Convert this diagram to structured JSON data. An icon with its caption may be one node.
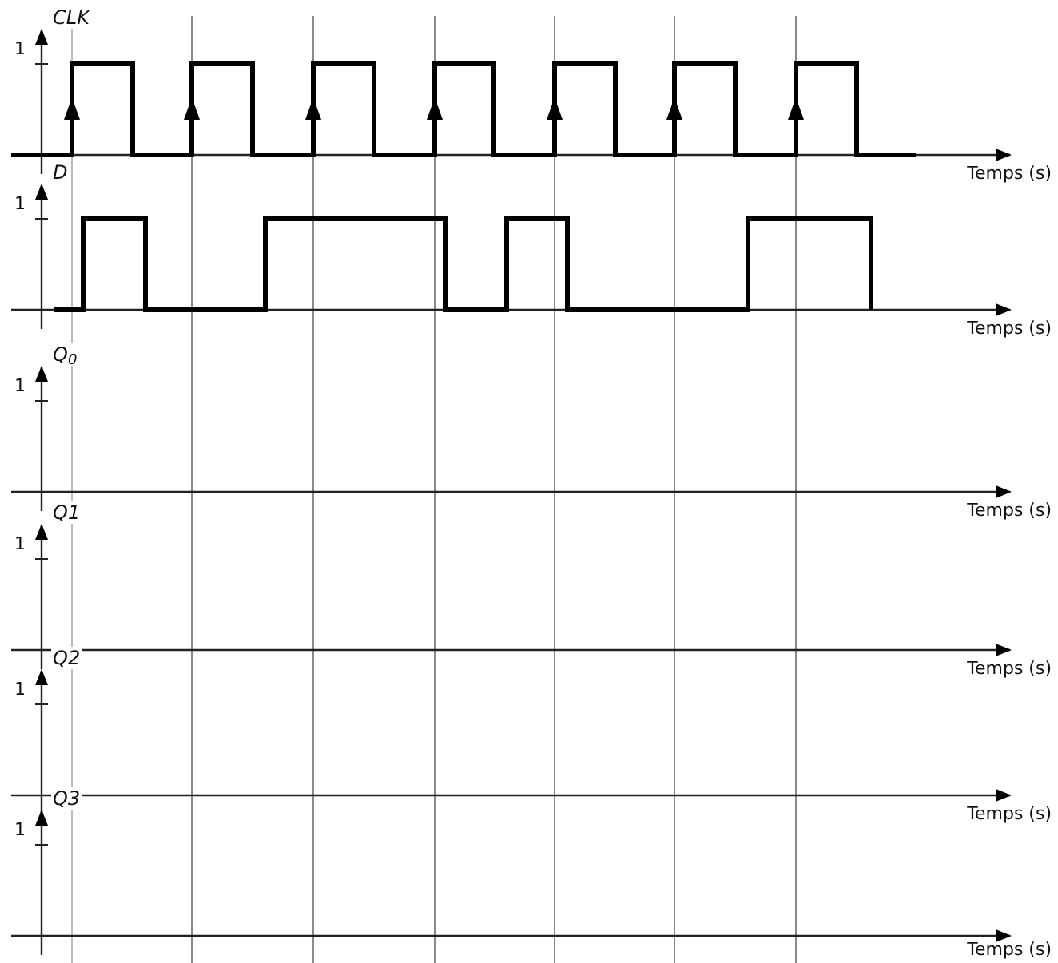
{
  "diagram": {
    "labels": [
      "CLK",
      "1",
      "Temps (s)",
      "D",
      "1",
      "Temps (s)",
      "Q$_{0}$",
      "1",
      "Temps (s)",
      "Q1",
      "1",
      "Temps (s)",
      "Q2",
      "1",
      "Temps (s)",
      "Q3",
      "1",
      "Temps (s)"
    ]
  }
}
